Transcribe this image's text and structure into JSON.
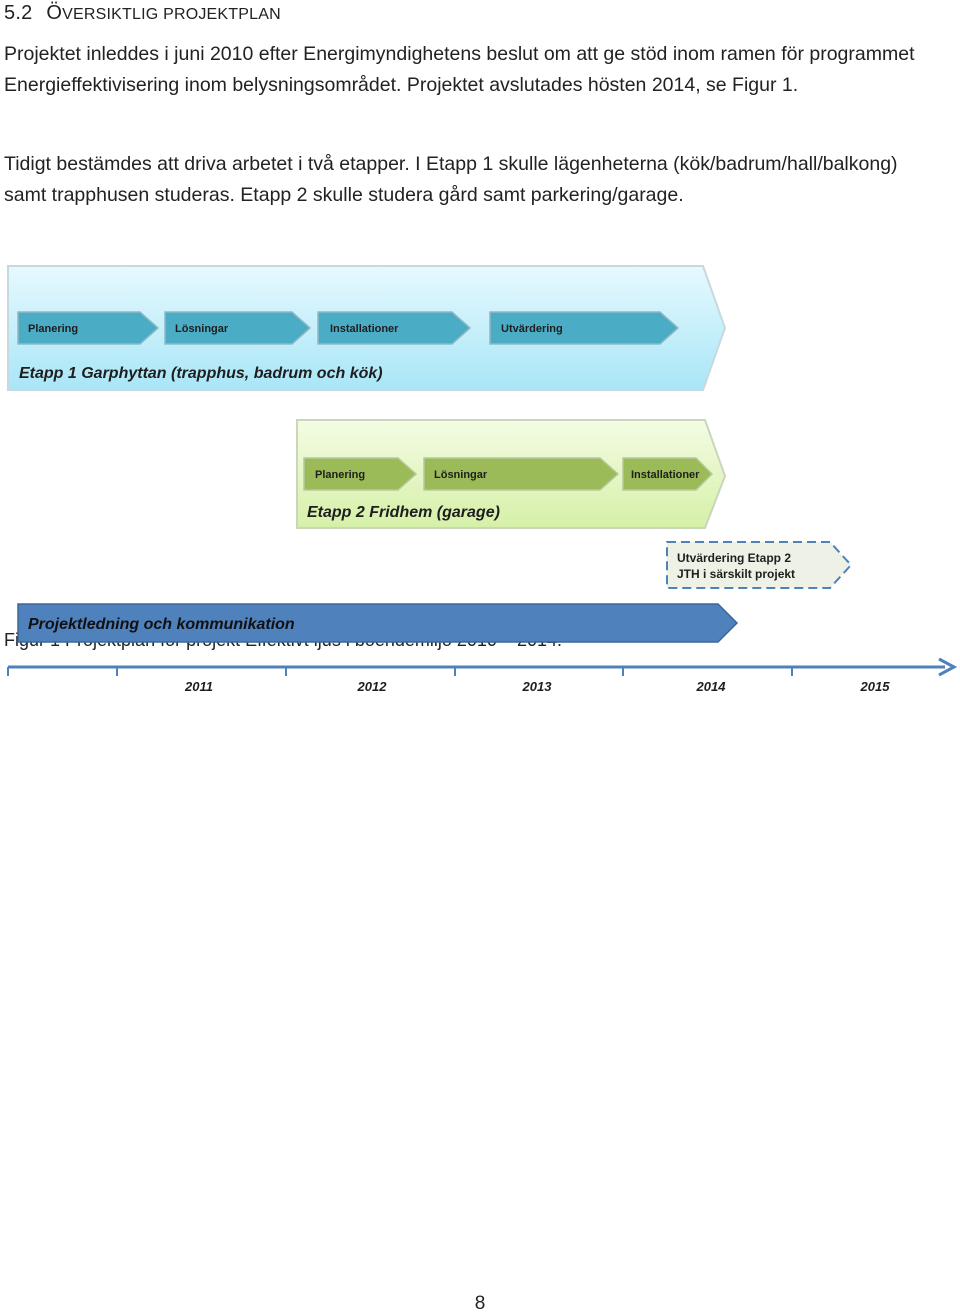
{
  "section": {
    "number": "5.2",
    "title_first": "Ö",
    "title_rest": "VERSIKTLIG PROJEKTPLAN"
  },
  "paragraphs": [
    "Projektet inleddes i juni 2010 efter Energimyndighetens beslut om att ge stöd inom ramen för programmet Energieffektivisering inom belysningsområdet. Projektet avslutades hösten 2014, se Figur 1.",
    "Tidigt bestämdes att driva arbetet i två etapper. I Etapp 1 skulle lägenheterna (kök/badrum/hall/balkong) samt trapphusen studeras. Etapp 2 skulle studera gård samt parkering/garage."
  ],
  "figure": {
    "etapp1": {
      "title": "Etapp 1 Garphyttan (trapphus, badrum och kök)",
      "steps": [
        "Planering",
        "Lösningar",
        "Installationer",
        "Utvärdering"
      ],
      "fill_color": "#bfeefb",
      "step_color": "#4bacc6"
    },
    "etapp2": {
      "title": "Etapp 2 Fridhem (garage)",
      "steps": [
        "Planering",
        "Lösningar",
        "Installationer"
      ],
      "fill_color": "#e6f7c8",
      "step_color": "#9bbb59"
    },
    "evaluation": {
      "line1": "Utvärdering Etapp 2",
      "line2": "JTH i särskilt projekt"
    },
    "lead": {
      "label": "Projektledning och kommunikation",
      "color": "#4f81bd"
    },
    "timeline": {
      "years": [
        "2011",
        "2012",
        "2013",
        "2014",
        "2015"
      ],
      "color": "#4f81bd"
    },
    "caption_visible": "Figur 1 Projektplan för projekt Effektivt ljus i boendemiljö 2010 – 2014."
  },
  "page_number": "8"
}
